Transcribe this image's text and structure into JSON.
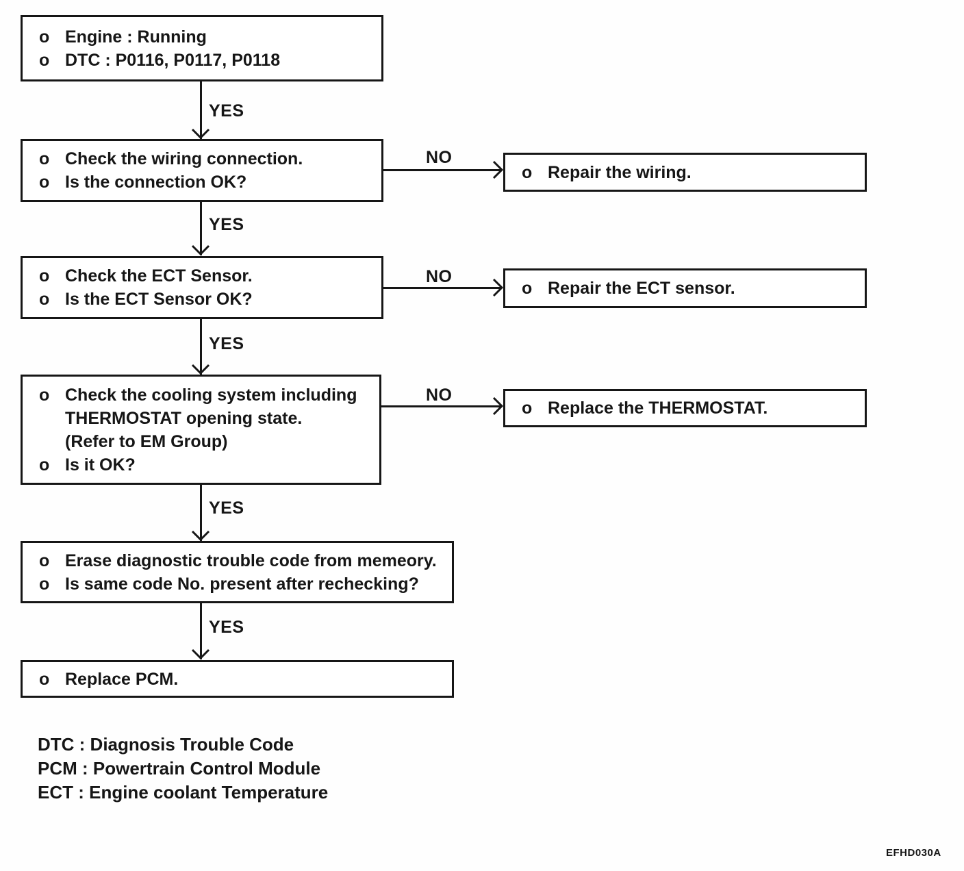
{
  "page": {
    "background": "#ffffff",
    "ink": "#161616"
  },
  "flowchart": {
    "nodes": {
      "start": {
        "lines": [
          {
            "bullet": "o",
            "text": "Engine : Running"
          },
          {
            "bullet": "o",
            "text": "DTC : P0116, P0117, P0118"
          }
        ]
      },
      "check_wiring": {
        "lines": [
          {
            "bullet": "o",
            "text": "Check the wiring connection."
          },
          {
            "bullet": "o",
            "text": "Is the connection OK?"
          }
        ]
      },
      "repair_wiring": {
        "lines": [
          {
            "bullet": "o",
            "text": "Repair the wiring."
          }
        ]
      },
      "check_ect_sensor": {
        "lines": [
          {
            "bullet": "o",
            "text": "Check the ECT Sensor."
          },
          {
            "bullet": "o",
            "text": "Is the ECT Sensor OK?"
          }
        ]
      },
      "repair_ect_sensor": {
        "lines": [
          {
            "bullet": "o",
            "text": "Repair the ECT sensor."
          }
        ]
      },
      "check_cooling_system": {
        "lines": [
          {
            "bullet": "o",
            "text": "Check the cooling system including"
          },
          {
            "bullet": "",
            "text": "THERMOSTAT opening state."
          },
          {
            "bullet": "",
            "text": "(Refer to EM Group)"
          },
          {
            "bullet": "o",
            "text": "Is it OK?"
          }
        ]
      },
      "replace_thermostat": {
        "lines": [
          {
            "bullet": "o",
            "text": "Replace the THERMOSTAT."
          }
        ]
      },
      "erase_dtc": {
        "lines": [
          {
            "bullet": "o",
            "text": "Erase diagnostic trouble code from memeory."
          },
          {
            "bullet": "o",
            "text": "Is same code No. present after rechecking?"
          }
        ]
      },
      "replace_pcm": {
        "lines": [
          {
            "bullet": "o",
            "text": "Replace PCM."
          }
        ]
      }
    },
    "edges": {
      "yes1": "YES",
      "yes2": "YES",
      "yes3": "YES",
      "yes4": "YES",
      "yes5": "YES",
      "no1": "NO",
      "no2": "NO",
      "no3": "NO"
    }
  },
  "legend": {
    "lines": [
      "DTC : Diagnosis Trouble Code",
      "PCM : Powertrain Control Module",
      "ECT : Engine coolant Temperature"
    ]
  },
  "footer": {
    "code": "EFHD030A"
  }
}
